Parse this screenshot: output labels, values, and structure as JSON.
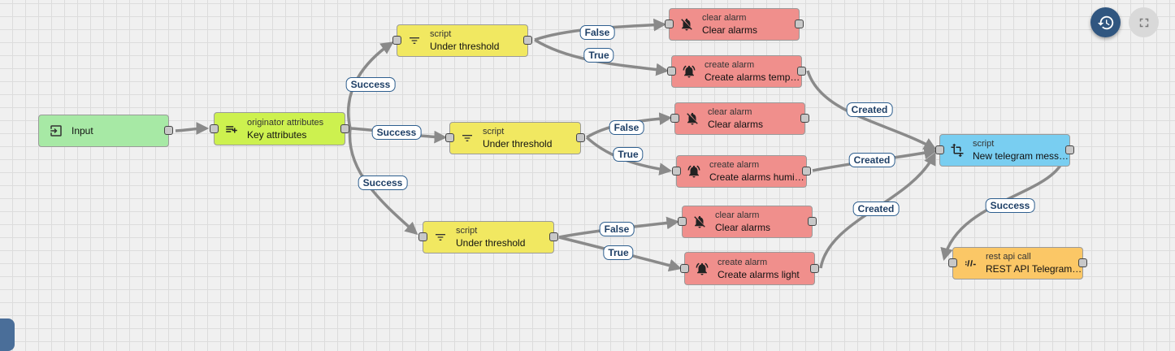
{
  "colors": {
    "input": "#a7e9a5",
    "enrichment": "#cdf14f",
    "filter": "#f1e861",
    "action": "#f08f8c",
    "transformation": "#79cef1",
    "external": "#fbc766",
    "edge": "#8a8a8a",
    "label_border": "#2e5f8f"
  },
  "nodes": {
    "input": {
      "name": "Input",
      "icon": "login-icon"
    },
    "originator": {
      "type": "originator attributes",
      "name": "Key attributes",
      "icon": "playlist-add-icon"
    },
    "script_top": {
      "type": "script",
      "name": "Under threshold",
      "icon": "filter-icon"
    },
    "script_mid": {
      "type": "script",
      "name": "Under threshold",
      "icon": "filter-icon"
    },
    "script_bot": {
      "type": "script",
      "name": "Under threshold",
      "icon": "filter-icon"
    },
    "clear_top": {
      "type": "clear alarm",
      "name": "Clear alarms",
      "icon": "bell-off-icon"
    },
    "create_top": {
      "type": "create alarm",
      "name": "Create alarms temper…",
      "icon": "bell-ring-icon"
    },
    "clear_mid": {
      "type": "clear alarm",
      "name": "Clear alarms",
      "icon": "bell-off-icon"
    },
    "create_mid": {
      "type": "create alarm",
      "name": "Create alarms humidity",
      "icon": "bell-ring-icon"
    },
    "clear_bot": {
      "type": "clear alarm",
      "name": "Clear alarms",
      "icon": "bell-off-icon"
    },
    "create_bot": {
      "type": "create alarm",
      "name": "Create alarms light",
      "icon": "bell-ring-icon"
    },
    "telegram": {
      "type": "script",
      "name": "New telegram message",
      "icon": "transform-icon"
    },
    "rest": {
      "type": "rest api call",
      "name": "REST API Telegram call",
      "icon": "api-icon"
    }
  },
  "edge_labels": {
    "success_top": "Success",
    "success_mid": "Success",
    "success_bot": "Success",
    "false_top": "False",
    "true_top": "True",
    "false_mid": "False",
    "true_mid": "True",
    "false_bot": "False",
    "true_bot": "True",
    "created_top": "Created",
    "created_mid": "Created",
    "created_bot": "Created",
    "success_rest": "Success"
  },
  "controls": {
    "history_icon": "history-icon",
    "fullscreen_icon": "fullscreen-icon"
  }
}
